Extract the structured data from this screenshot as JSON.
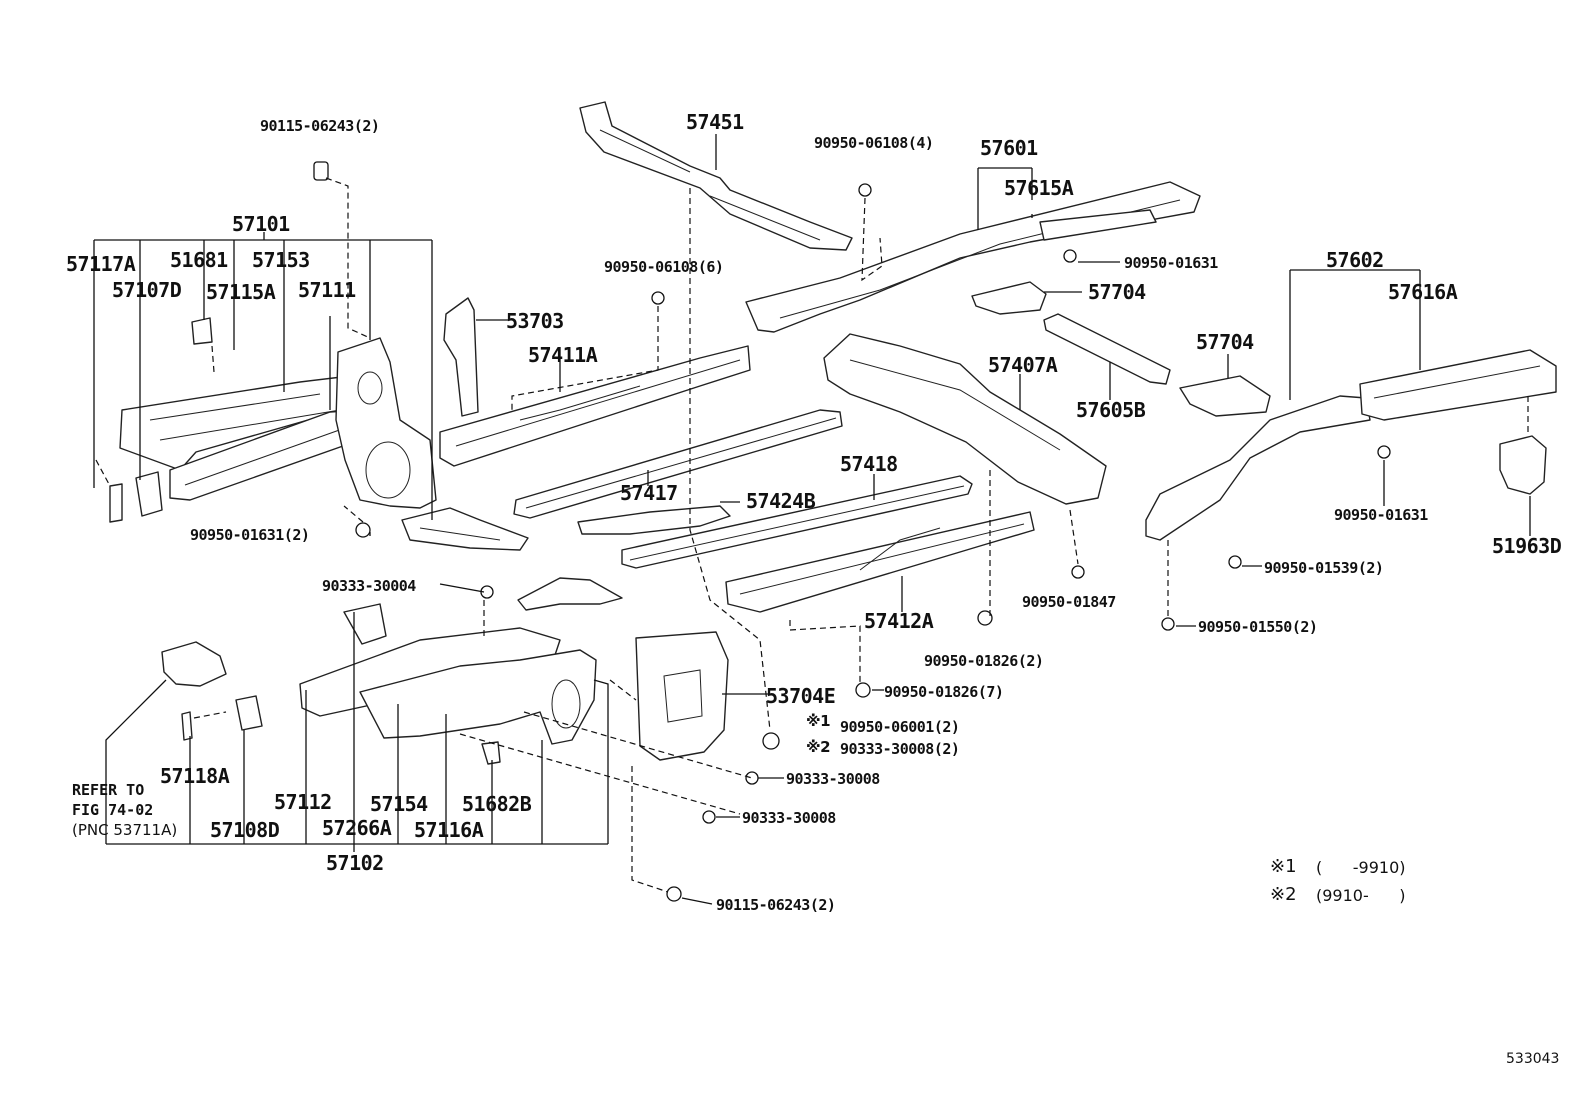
{
  "labels": {
    "p57101": "57101",
    "p57117A": "57117A",
    "p51681": "51681",
    "p57153": "57153",
    "p57107D": "57107D",
    "p57115A": "57115A",
    "p57111": "57111",
    "p90115_top": "90115-06243(2)",
    "p90950_01631_2": "90950-01631(2)",
    "p53703": "53703",
    "p57411A": "57411A",
    "p90950_06108_6": "90950-06108(6)",
    "p57451": "57451",
    "p90950_06108_4": "90950-06108(4)",
    "p57601": "57601",
    "p57615A": "57615A",
    "p90950_01631_a": "90950-01631",
    "p57704_a": "57704",
    "p57704_b": "57704",
    "p57605B": "57605B",
    "p57407A": "57407A",
    "p57602": "57602",
    "p57616A": "57616A",
    "p90950_01631_b": "90950-01631",
    "p51963D": "51963D",
    "p57417": "57417",
    "p57424B": "57424B",
    "p57418": "57418",
    "p90950_01847": "90950-01847",
    "p57412A": "57412A",
    "p90950_01826_2": "90950-01826(2)",
    "p90950_01826_7": "90950-01826(7)",
    "p90950_01539_2": "90950-01539(2)",
    "p90950_01550_2": "90950-01550(2)",
    "p90333_30004": "90333-30004",
    "p53704E": "53704E",
    "p90950_06001_2": "90950-06001(2)",
    "p90333_30008_2": "90333-30008(2)",
    "p90333_30008_a": "90333-30008",
    "p90333_30008_b": "90333-30008",
    "p90115_bottom": "90115-06243(2)",
    "p57118A": "57118A",
    "p57112": "57112",
    "p57154": "57154",
    "p51682B": "51682B",
    "p57108D": "57108D",
    "p57266A": "57266A",
    "p57116A": "57116A",
    "p57102": "57102"
  },
  "markers": {
    "mark1": "※1",
    "mark2": "※2"
  },
  "refer_note": {
    "line1": "REFER TO",
    "line2": "FIG 74-02",
    "line3": "(PNC 53711A)"
  },
  "legend": {
    "row1_mark": "※1",
    "row1_text": "(      -9910)",
    "row2_mark": "※2",
    "row2_text": "(9910-      )"
  },
  "figure_id": "533043"
}
